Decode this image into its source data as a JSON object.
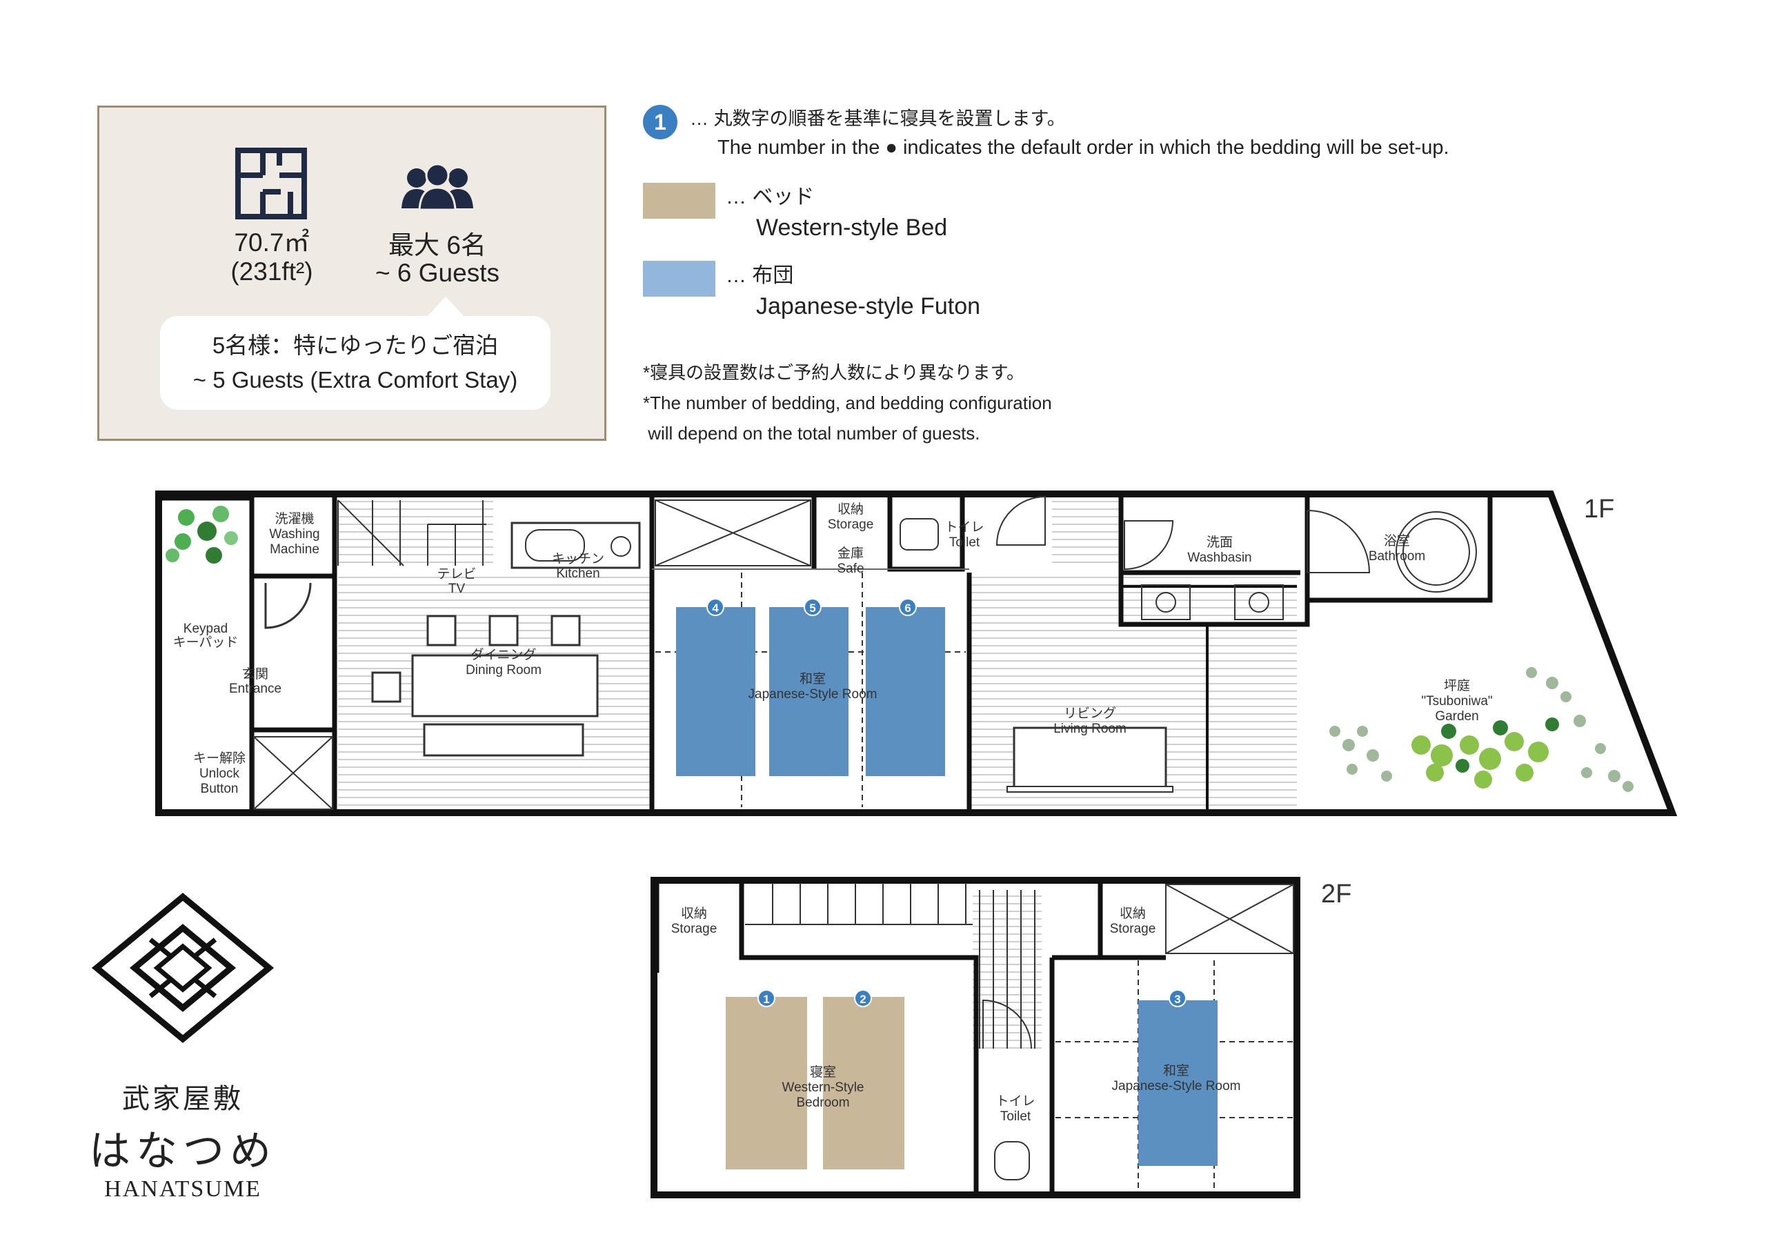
{
  "info": {
    "area": "70.7㎡",
    "area_ft": "(231ft²)",
    "capacity_ja": "最大 6名",
    "capacity_en": "~ 6 Guests",
    "comfort_ja": "5名様：特にゆったりご宿泊",
    "comfort_en": "~ 5 Guests (Extra Comfort Stay)",
    "icons": [
      "floorplan-icon",
      "people-icon"
    ]
  },
  "legend": {
    "num_badge": "1",
    "num_ja": "… 丸数字の順番を基準に寝具を設置します。",
    "num_en": "The number in the ● indicates the default order in which the bedding will be set-up.",
    "bed_ja": "… ベッド",
    "bed_en": "Western-style Bed",
    "futon_ja": "… 布団",
    "futon_en": "Japanese-style Futon",
    "note1": "*寝具の設置数はご予約人数により異なります。",
    "note2": "*The number of bedding, and bedding configuration",
    "note3": " will depend on the total number of guests."
  },
  "colors": {
    "bed": "#c8b799",
    "futon": "#5b90c0",
    "futon_light": "#93b7dc",
    "badge": "#3a7fc1",
    "box_bg": "#efebe4",
    "box_border": "#a08c6e"
  },
  "floor1": {
    "label": "1F",
    "washing_ja": "洗濯機",
    "washing_en1": "Washing",
    "washing_en2": "Machine",
    "keypad_en": "Keypad",
    "keypad_ja": "キーパッド",
    "entrance_ja": "玄関",
    "entrance_en": "Entrance",
    "unlock_ja": "キー解除",
    "unlock_en1": "Unlock",
    "unlock_en2": "Button",
    "tv_ja": "テレビ",
    "tv_en": "TV",
    "kitchen_ja": "キッチン",
    "kitchen_en": "Kitchen",
    "dining_ja": "ダイニング",
    "dining_en": "Dining Room",
    "storage_ja": "収納",
    "storage_en": "Storage",
    "safe_ja": "金庫",
    "safe_en": "Safe",
    "toilet_ja": "トイレ",
    "toilet_en": "Toilet",
    "washbasin_ja": "洗面",
    "washbasin_en": "Washbasin",
    "bath_ja": "浴室",
    "bath_en": "Bathroom",
    "jroom_ja": "和室",
    "jroom_en": "Japanese-Style Room",
    "living_ja": "リビング",
    "living_en": "Living Room",
    "garden_ja": "坪庭",
    "garden_en1": "\"Tsuboniwa\"",
    "garden_en2": "Garden",
    "badges": [
      "4",
      "5",
      "6"
    ]
  },
  "floor2": {
    "label": "2F",
    "storage_ja": "収納",
    "storage_en": "Storage",
    "bedroom_ja": "寝室",
    "bedroom_en1": "Western-Style",
    "bedroom_en2": "Bedroom",
    "toilet_ja": "トイレ",
    "toilet_en": "Toilet",
    "jroom_ja": "和室",
    "jroom_en": "Japanese-Style Room",
    "badges": [
      "1",
      "2",
      "3"
    ]
  },
  "brand": {
    "title_ja": "武家屋敷",
    "name_ja": "はなつめ",
    "name_en": "HANATSUME"
  }
}
